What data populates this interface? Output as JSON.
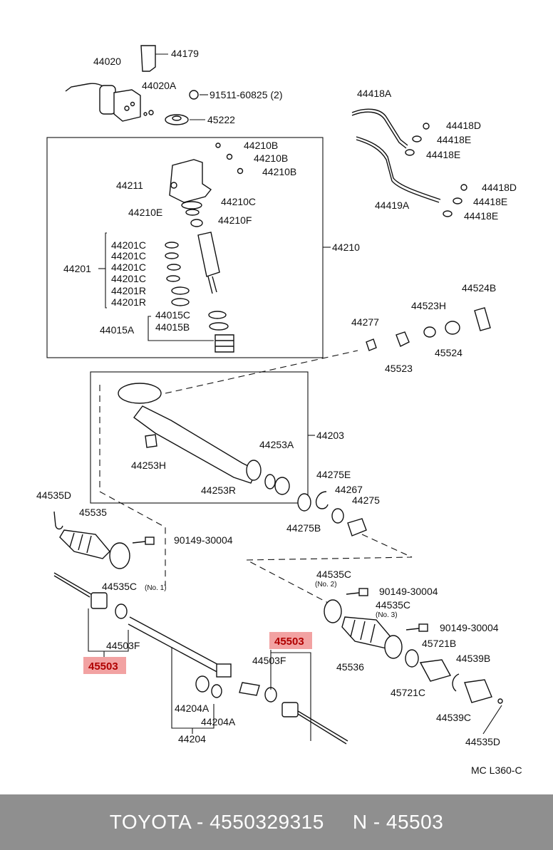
{
  "labels": {
    "p44020": "44020",
    "p44179": "44179",
    "p44020A": "44020A",
    "p91511": "91511-60825 (2)",
    "p45222": "45222",
    "p44210B_1": "44210B",
    "p44210B_2": "44210B",
    "p44210B_3": "44210B",
    "p44211": "44211",
    "p44210C": "44210C",
    "p44210E": "44210E",
    "p44210F": "44210F",
    "p44210": "44210",
    "p44201C_1": "44201C",
    "p44201C_2": "44201C",
    "p44201C_3": "44201C",
    "p44201C_4": "44201C",
    "p44201R_1": "44201R",
    "p44201R_2": "44201R",
    "p44201": "44201",
    "p44015C": "44015C",
    "p44015B": "44015B",
    "p44015A": "44015A",
    "p44418A": "44418A",
    "p44418D_1": "44418D",
    "p44418E_1": "44418E",
    "p44418E_2": "44418E",
    "p44419A": "44419A",
    "p44418D_2": "44418D",
    "p44418E_3": "44418E",
    "p44418E_4": "44418E",
    "p44524B": "44524B",
    "p44523H": "44523H",
    "p44277": "44277",
    "p45524": "45524",
    "p45523": "45523",
    "p44203": "44203",
    "p44253A": "44253A",
    "p44253H": "44253H",
    "p44253R": "44253R",
    "p44275E": "44275E",
    "p44267": "44267",
    "p44275": "44275",
    "p44275B": "44275B",
    "p44535D_1": "44535D",
    "p45535": "45535",
    "p90149_1": "90149-30004",
    "p44535C_1": "44535C",
    "p44535C_1no": "(No. 1)",
    "p44503F_1": "44503F",
    "p45503_1": "45503",
    "p44204A_1": "44204A",
    "p44204A_2": "44204A",
    "p44204": "44204",
    "p44503F_2": "44503F",
    "p45503_2": "45503",
    "p44535C_2": "44535C",
    "p44535C_2no": "(No. 2)",
    "p90149_2": "90149-30004",
    "p44535C_3": "44535C",
    "p44535C_3no": "(No. 3)",
    "p90149_3": "90149-30004",
    "p45536": "45536",
    "p45721B": "45721B",
    "p44539B": "44539B",
    "p45721C": "45721C",
    "p44539C": "44539C",
    "p44535D_2": "44535D",
    "code": "MC L360-C"
  },
  "footer": {
    "brand_part": "TOYOTA - 4550329315",
    "ref": "N - 45503"
  },
  "colors": {
    "highlight_fill": "#f2a2a2",
    "highlight_text": "#b00000",
    "footer_bg": "#8f8f8f"
  }
}
